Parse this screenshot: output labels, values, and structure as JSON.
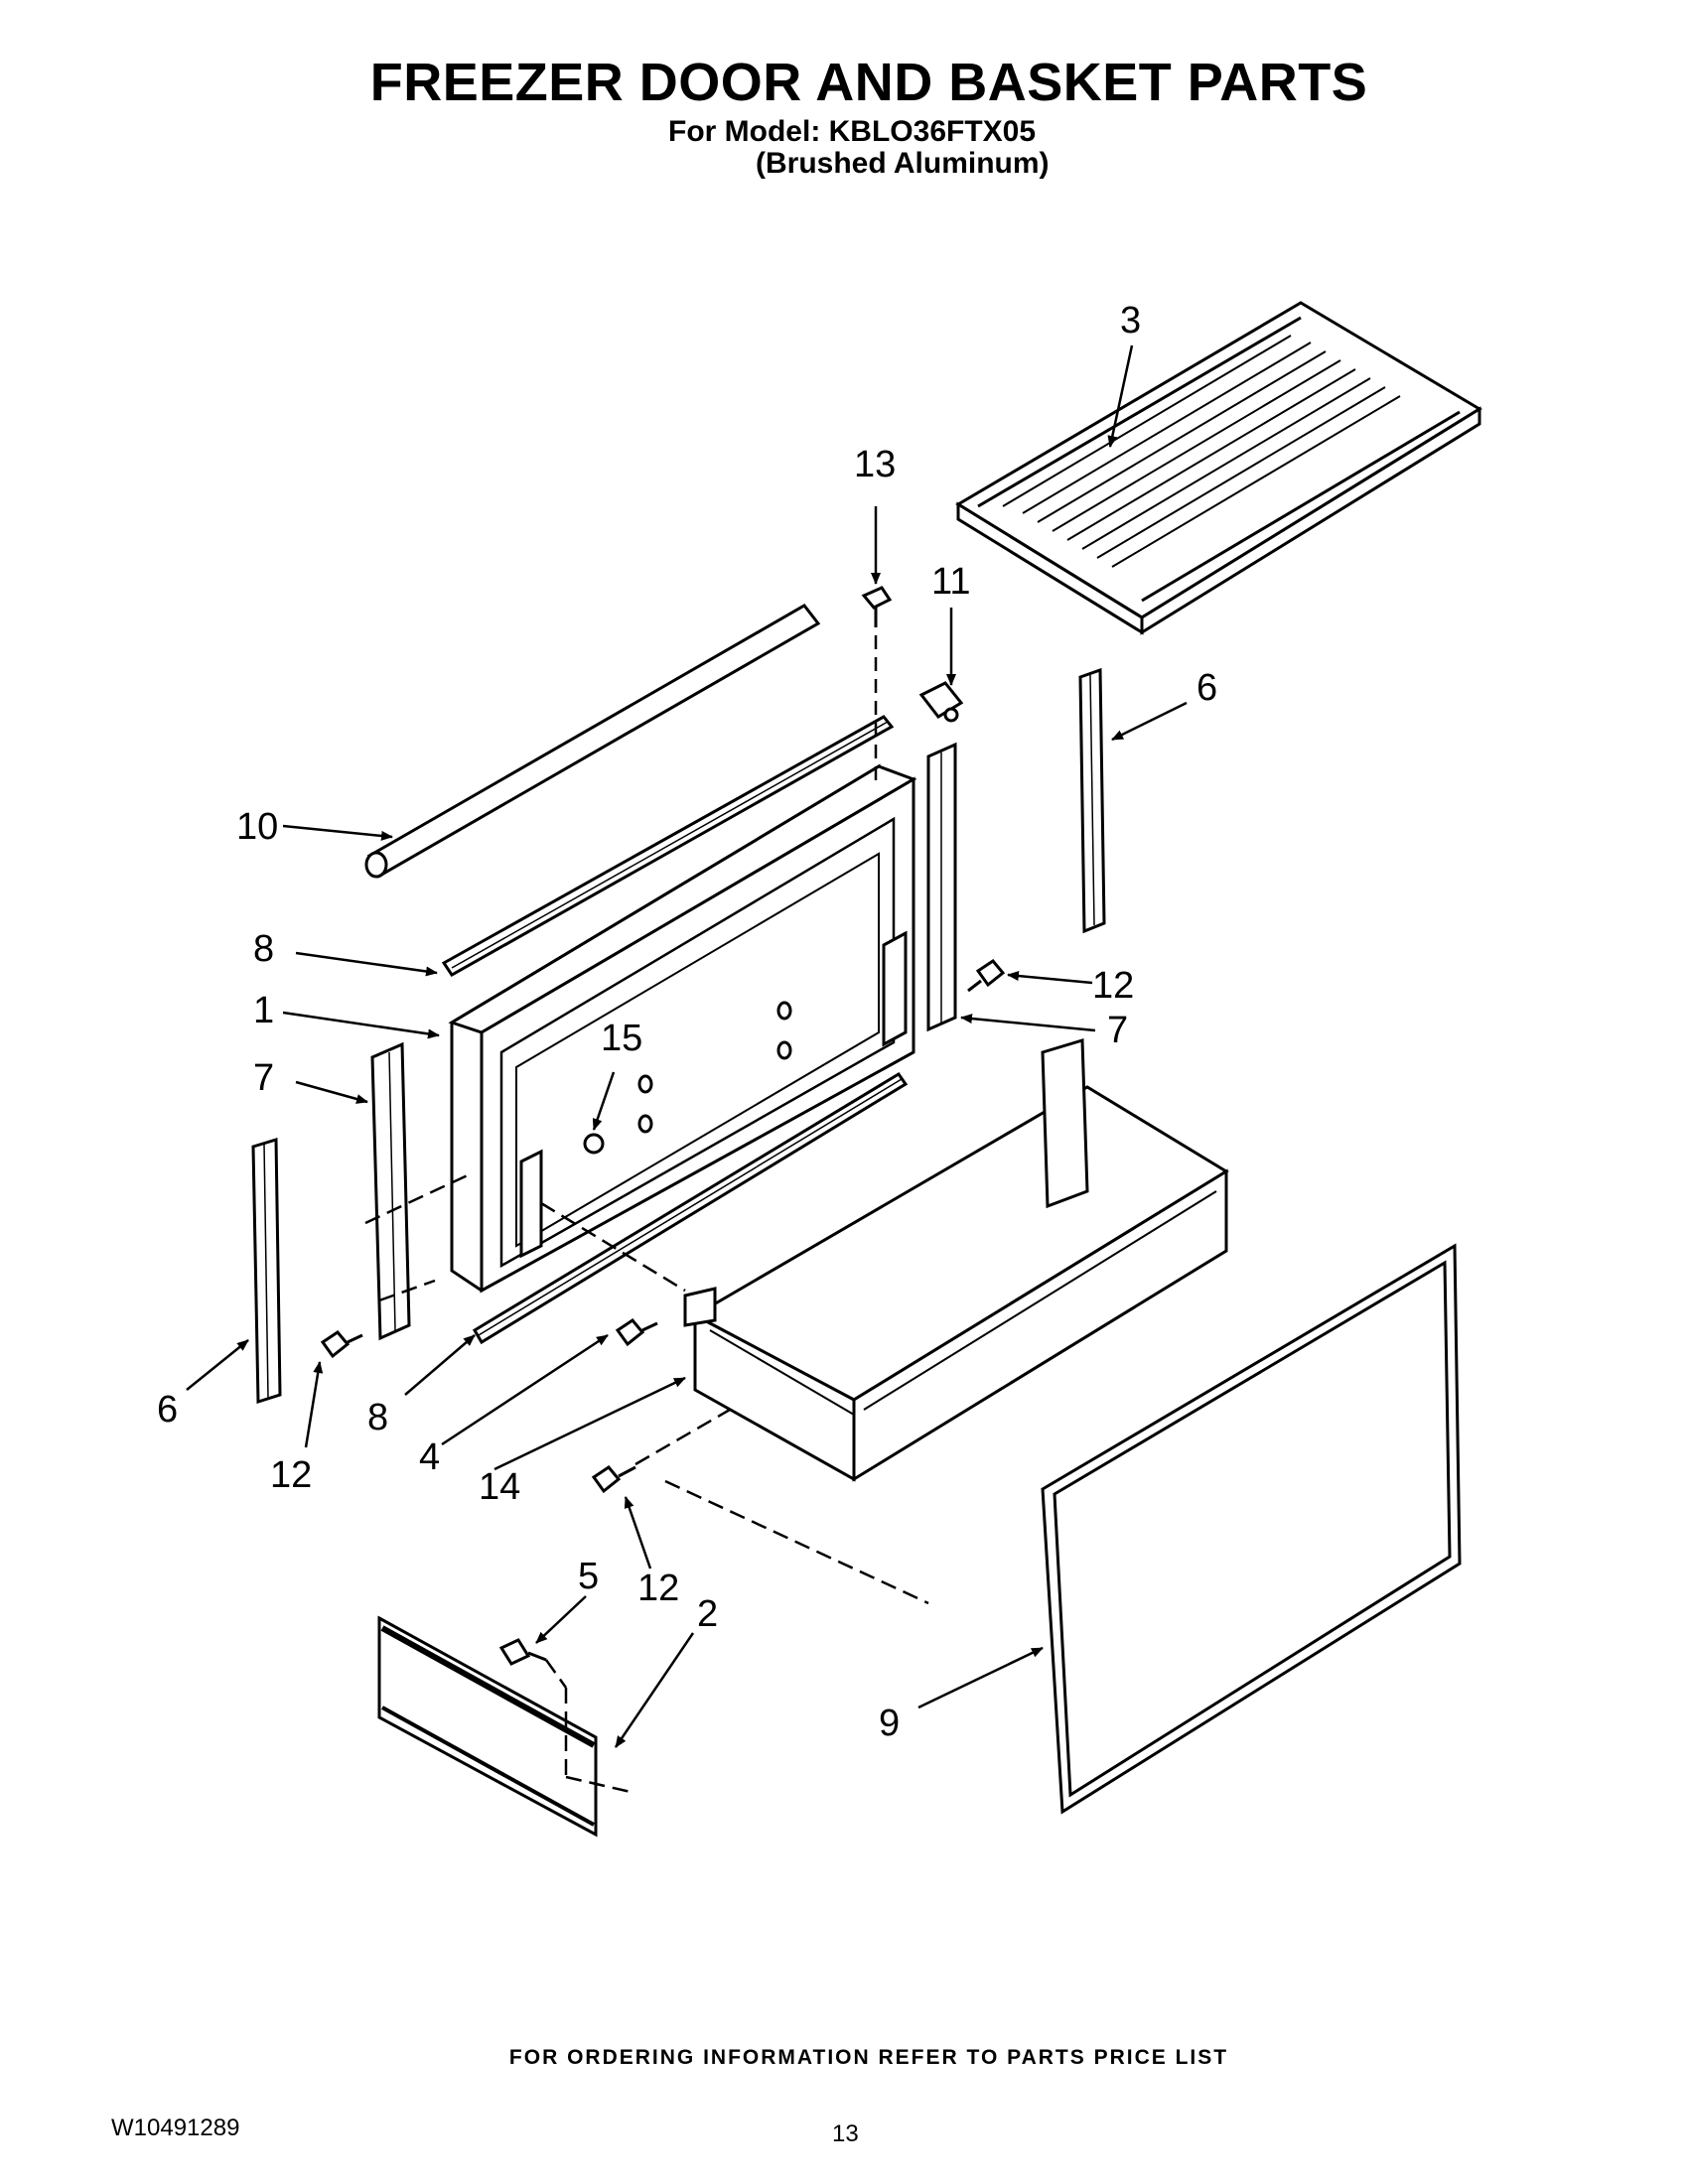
{
  "header": {
    "title": "FREEZER DOOR AND BASKET PARTS",
    "model_line": "For Model: KBLO36FTX05",
    "finish_line": "(Brushed Aluminum)"
  },
  "callouts": {
    "c1": "1",
    "c2": "2",
    "c3": "3",
    "c4": "4",
    "c5": "5",
    "c6a": "6",
    "c6b": "6",
    "c7a": "7",
    "c7b": "7",
    "c8a": "8",
    "c8b": "8",
    "c9": "9",
    "c10": "10",
    "c11": "11",
    "c12a": "12",
    "c12b": "12",
    "c12c": "12",
    "c13": "13",
    "c14": "14",
    "c15": "15"
  },
  "footer": {
    "ordering_note": "FOR ORDERING INFORMATION REFER TO PARTS PRICE LIST",
    "document_number": "W10491289",
    "page_number": "13"
  }
}
